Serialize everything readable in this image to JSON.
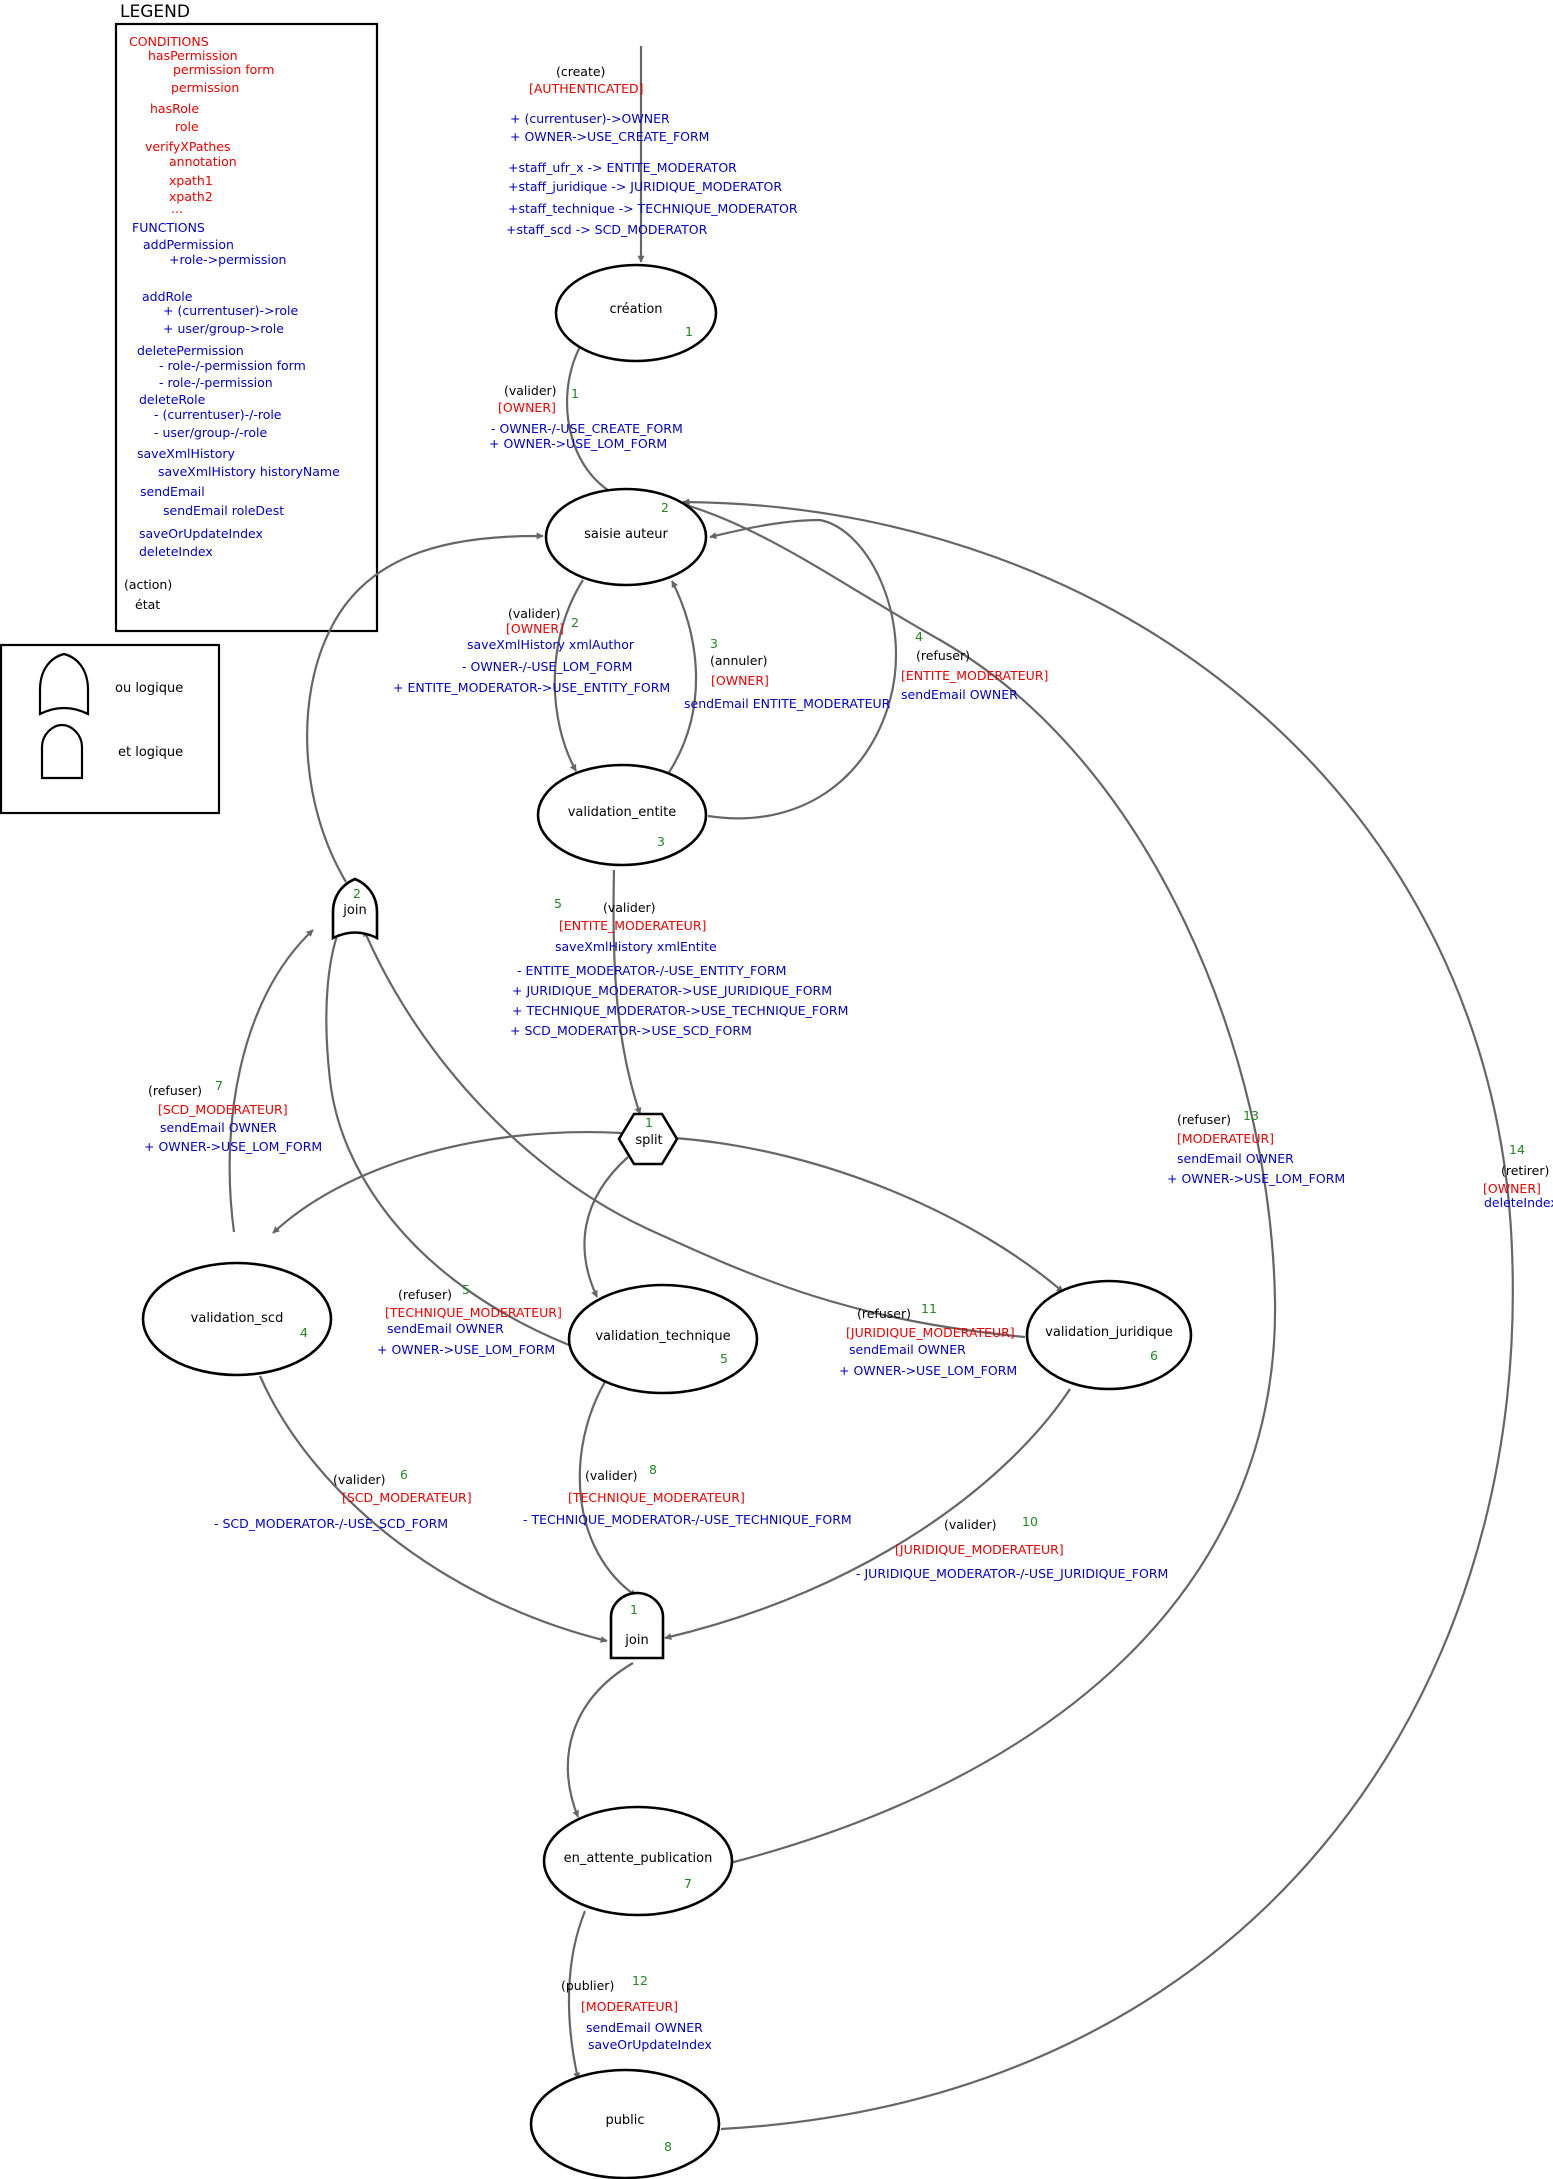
{
  "legend": {
    "title": "LEGEND",
    "lines": [
      {
        "text": "CONDITIONS",
        "c": "r"
      },
      {
        "text": "hasPermission",
        "c": "r"
      },
      {
        "text": "permission form",
        "c": "r"
      },
      {
        "text": "permission",
        "c": "r"
      },
      {
        "text": "hasRole",
        "c": "r"
      },
      {
        "text": "role",
        "c": "r"
      },
      {
        "text": "verifyXPathes",
        "c": "r"
      },
      {
        "text": "annotation",
        "c": "r"
      },
      {
        "text": "xpath1",
        "c": "r"
      },
      {
        "text": "xpath2",
        "c": "r"
      },
      {
        "text": "...",
        "c": "r"
      },
      {
        "text": "FUNCTIONS",
        "c": "b"
      },
      {
        "text": "addPermission",
        "c": "b"
      },
      {
        "text": "+role->permission",
        "c": "b"
      },
      {
        "text": "addRole",
        "c": "b"
      },
      {
        "text": "+ (currentuser)->role",
        "c": "b"
      },
      {
        "text": "+ user/group->role",
        "c": "b"
      },
      {
        "text": "deletePermission",
        "c": "b"
      },
      {
        "text": "- role-/-permission form",
        "c": "b"
      },
      {
        "text": "- role-/-permission",
        "c": "b"
      },
      {
        "text": "deleteRole",
        "c": "b"
      },
      {
        "text": "- (currentuser)-/-role",
        "c": "b"
      },
      {
        "text": "- user/group-/-role",
        "c": "b"
      },
      {
        "text": "saveXmlHistory",
        "c": "b"
      },
      {
        "text": "saveXmlHistory historyName",
        "c": "b"
      },
      {
        "text": "sendEmail",
        "c": "b"
      },
      {
        "text": "sendEmail roleDest",
        "c": "b"
      },
      {
        "text": "saveOrUpdateIndex",
        "c": "b"
      },
      {
        "text": "deleteIndex",
        "c": "b"
      },
      {
        "text": "(action)",
        "c": "t"
      },
      {
        "text": "état",
        "c": "t"
      }
    ]
  },
  "gates": {
    "or_label": "ou logique",
    "and_label": "et logique"
  },
  "nodes": [
    {
      "id": "creation",
      "label": "création",
      "num": "1"
    },
    {
      "id": "saisie_auteur",
      "label": "saisie auteur",
      "num": "2"
    },
    {
      "id": "validation_entite",
      "label": "validation_entite",
      "num": "3"
    },
    {
      "id": "validation_scd",
      "label": "validation_scd",
      "num": "4"
    },
    {
      "id": "validation_technique",
      "label": "validation_technique",
      "num": "5"
    },
    {
      "id": "validation_juridique",
      "label": "validation_juridique",
      "num": "6"
    },
    {
      "id": "en_attente_publication",
      "label": "en_attente_publication",
      "num": "7"
    },
    {
      "id": "public",
      "label": "public",
      "num": "8"
    },
    {
      "id": "split",
      "label": "split",
      "num": "1"
    },
    {
      "id": "join_or",
      "label": "join",
      "num": "2"
    },
    {
      "id": "join_and",
      "label": "join",
      "num": "1"
    }
  ],
  "edges": [
    {
      "id": "create",
      "lines": [
        {
          "text": "(create)",
          "c": "t"
        },
        {
          "text": "[AUTHENTICATED]",
          "c": "r"
        },
        {
          "text": "+ (currentuser)->OWNER",
          "c": "b"
        },
        {
          "text": "+ OWNER->USE_CREATE_FORM",
          "c": "b"
        },
        {
          "text": "+staff_ufr_x -> ENTITE_MODERATOR",
          "c": "b"
        },
        {
          "text": "+staff_juridique -> JURIDIQUE_MODERATOR",
          "c": "b"
        },
        {
          "text": "+staff_technique -> TECHNIQUE_MODERATOR",
          "c": "b"
        },
        {
          "text": "+staff_scd -> SCD_MODERATOR",
          "c": "b"
        }
      ]
    },
    {
      "id": "e1",
      "num": "1",
      "lines": [
        {
          "text": "(valider)",
          "c": "t"
        },
        {
          "text": "[OWNER]",
          "c": "r"
        },
        {
          "text": "- OWNER-/-USE_CREATE_FORM",
          "c": "b"
        },
        {
          "text": "+ OWNER->USE_LOM_FORM",
          "c": "b"
        }
      ]
    },
    {
      "id": "e2",
      "num": "2",
      "lines": [
        {
          "text": "(valider)",
          "c": "t"
        },
        {
          "text": "[OWNER]",
          "c": "r"
        },
        {
          "text": "saveXmlHistory xmlAuthor",
          "c": "b"
        },
        {
          "text": "- OWNER-/-USE_LOM_FORM",
          "c": "b"
        },
        {
          "text": "+ ENTITE_MODERATOR->USE_ENTITY_FORM",
          "c": "b"
        }
      ]
    },
    {
      "id": "e3",
      "num": "3",
      "lines": [
        {
          "text": "(annuler)",
          "c": "t"
        },
        {
          "text": "[OWNER]",
          "c": "r"
        },
        {
          "text": "sendEmail ENTITE_MODERATEUR",
          "c": "b"
        }
      ]
    },
    {
      "id": "e4",
      "num": "4",
      "lines": [
        {
          "text": "(refuser)",
          "c": "t"
        },
        {
          "text": "[ENTITE_MODERATEUR]",
          "c": "r"
        },
        {
          "text": "sendEmail OWNER",
          "c": "b"
        }
      ]
    },
    {
      "id": "e5a",
      "num": "5",
      "lines": [
        {
          "text": "(valider)",
          "c": "t"
        },
        {
          "text": "[ENTITE_MODERATEUR]",
          "c": "r"
        },
        {
          "text": "saveXmlHistory xmlEntite",
          "c": "b"
        },
        {
          "text": "- ENTITE_MODERATOR-/-USE_ENTITY_FORM",
          "c": "b"
        },
        {
          "text": "+ JURIDIQUE_MODERATOR->USE_JURIDIQUE_FORM",
          "c": "b"
        },
        {
          "text": "+ TECHNIQUE_MODERATOR->USE_TECHNIQUE_FORM",
          "c": "b"
        },
        {
          "text": "+ SCD_MODERATOR->USE_SCD_FORM",
          "c": "b"
        }
      ]
    },
    {
      "id": "e7",
      "num": "7",
      "lines": [
        {
          "text": "(refuser)",
          "c": "t"
        },
        {
          "text": "[SCD_MODERATEUR]",
          "c": "r"
        },
        {
          "text": "sendEmail OWNER",
          "c": "b"
        },
        {
          "text": "+ OWNER->USE_LOM_FORM",
          "c": "b"
        }
      ]
    },
    {
      "id": "e5b",
      "num": "5",
      "lines": [
        {
          "text": "(refuser)",
          "c": "t"
        },
        {
          "text": "[TECHNIQUE_MODERATEUR]",
          "c": "r"
        },
        {
          "text": "sendEmail OWNER",
          "c": "b"
        },
        {
          "text": "+ OWNER->USE_LOM_FORM",
          "c": "b"
        }
      ]
    },
    {
      "id": "e11",
      "num": "11",
      "lines": [
        {
          "text": "(refuser)",
          "c": "t"
        },
        {
          "text": "[JURIDIQUE_MODERATEUR]",
          "c": "r"
        },
        {
          "text": "sendEmail OWNER",
          "c": "b"
        },
        {
          "text": "+ OWNER->USE_LOM_FORM",
          "c": "b"
        }
      ]
    },
    {
      "id": "e13",
      "num": "13",
      "lines": [
        {
          "text": "(refuser)",
          "c": "t"
        },
        {
          "text": "[MODERATEUR]",
          "c": "r"
        },
        {
          "text": "sendEmail OWNER",
          "c": "b"
        },
        {
          "text": "+ OWNER->USE_LOM_FORM",
          "c": "b"
        }
      ]
    },
    {
      "id": "e14",
      "num": "14",
      "lines": [
        {
          "text": "(retirer)",
          "c": "t"
        },
        {
          "text": "[OWNER]",
          "c": "r"
        },
        {
          "text": "deleteIndex",
          "c": "b"
        }
      ]
    },
    {
      "id": "e6",
      "num": "6",
      "lines": [
        {
          "text": "(valider)",
          "c": "t"
        },
        {
          "text": "[SCD_MODERATEUR]",
          "c": "r"
        },
        {
          "text": "- SCD_MODERATOR-/-USE_SCD_FORM",
          "c": "b"
        }
      ]
    },
    {
      "id": "e8",
      "num": "8",
      "lines": [
        {
          "text": "(valider)",
          "c": "t"
        },
        {
          "text": "[TECHNIQUE_MODERATEUR]",
          "c": "r"
        },
        {
          "text": "- TECHNIQUE_MODERATOR-/-USE_TECHNIQUE_FORM",
          "c": "b"
        }
      ]
    },
    {
      "id": "e10",
      "num": "10",
      "lines": [
        {
          "text": "(valider)",
          "c": "t"
        },
        {
          "text": "[JURIDIQUE_MODERATEUR]",
          "c": "r"
        },
        {
          "text": "- JURIDIQUE_MODERATOR-/-USE_JURIDIQUE_FORM",
          "c": "b"
        }
      ]
    },
    {
      "id": "e12",
      "num": "12",
      "lines": [
        {
          "text": "(publier)",
          "c": "t"
        },
        {
          "text": "[MODERATEUR]",
          "c": "r"
        },
        {
          "text": "sendEmail OWNER",
          "c": "b"
        },
        {
          "text": "saveOrUpdateIndex",
          "c": "b"
        }
      ]
    }
  ],
  "colors": {
    "condition": "#ee0000",
    "function": "#0000cc",
    "number": "#228822",
    "edge": "#666666"
  }
}
